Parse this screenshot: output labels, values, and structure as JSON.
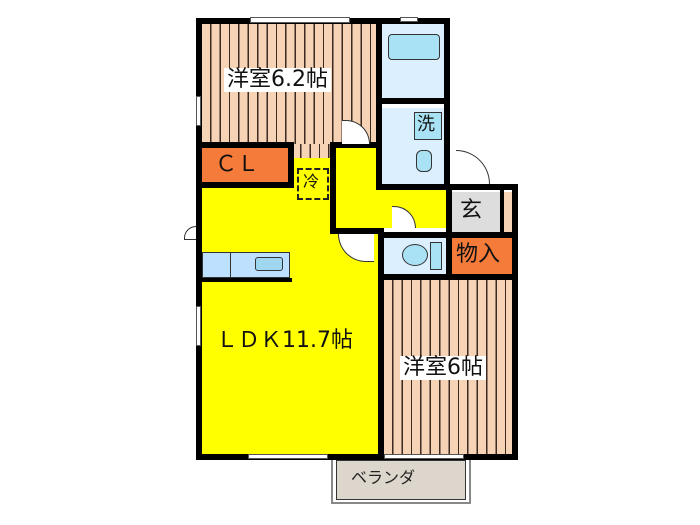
{
  "floorplan": {
    "rooms": {
      "western_room_1": {
        "label": "洋室6.2帖",
        "type": "western-room",
        "size_jo": 6.2
      },
      "closet": {
        "label": "ＣＬ",
        "type": "closet"
      },
      "fridge": {
        "label": "冷",
        "type": "refrigerator-space"
      },
      "ldk": {
        "label": "ＬＤＫ11.7帖",
        "type": "living-dining-kitchen",
        "size_jo": 11.7
      },
      "western_room_2": {
        "label": "洋室6帖",
        "type": "western-room",
        "size_jo": 6
      },
      "washer": {
        "label": "洗",
        "type": "washing-machine-space"
      },
      "entrance": {
        "label": "玄",
        "type": "entrance"
      },
      "storage": {
        "label": "物入",
        "type": "storage"
      },
      "balcony": {
        "label": "ベランダ",
        "type": "balcony"
      }
    },
    "colors": {
      "ldk": "#ffff00",
      "western_room": "#f5d3b4",
      "closet": "#f57b3a",
      "wet_area": "#dcefff",
      "entrance": "#dddddd",
      "balcony": "#ddd6cc",
      "wall": "#000000"
    }
  }
}
